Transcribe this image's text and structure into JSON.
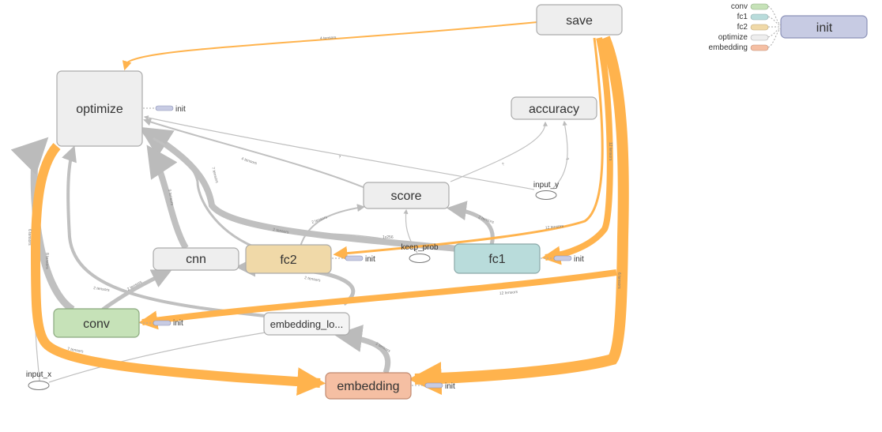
{
  "graph": {
    "nodes": {
      "save": "save",
      "init_top": "init",
      "optimize": "optimize",
      "accuracy": "accuracy",
      "score": "score",
      "cnn": "cnn",
      "fc2": "fc2",
      "fc1": "fc1",
      "conv": "conv",
      "embedding_lookup": "embedding_lo...",
      "embedding": "embedding"
    },
    "placeholders": {
      "input_y": "input_y",
      "keep_prob": "keep_prob",
      "input_x": "input_x"
    },
    "init_stubs": {
      "optimize": "init",
      "fc2": "init",
      "fc1": "init",
      "conv": "init",
      "embedding": "init"
    },
    "legend": [
      {
        "name": "conv",
        "color": "#c6e2b8"
      },
      {
        "name": "fc1",
        "color": "#b9dcdb"
      },
      {
        "name": "fc2",
        "color": "#f0d9a8"
      },
      {
        "name": "optimize",
        "color": "#eeeeee"
      },
      {
        "name": "embedding",
        "color": "#f5bfa3"
      }
    ],
    "edge_labels": {
      "save_optimize": "4 tensors",
      "save_fc1": "12 tensors",
      "save_fc1b": "12 tensors",
      "save_conv": "12 tensors",
      "save_embedding": "6 tensors",
      "conv_optimize": "6 tensors",
      "conv_optimize2": "8 tensors",
      "cnn_optimize": "9 tensors",
      "fc2_optimize": "7 tensors",
      "score_optimize": "4 tensors",
      "fc1_score": "2 tensors",
      "fc2_score": "2 tensors",
      "fc2_score2": "1x256",
      "inputy_accuracy": "?",
      "score_accuracy": "?",
      "embedding_embedding_lookup": "2 tensors",
      "conv_cnn": "2 tensors",
      "embedding_cnn": "2 tensors",
      "inputx_conv": "7 tensors"
    },
    "colors": {
      "orange": "#ffb34d",
      "grey_edge": "#c0c0c0",
      "node_default": "#eeeeee",
      "init": "#c7cbe3",
      "conv": "#c6e2b8",
      "fc1": "#b9dcdb",
      "fc2": "#f0d9a8",
      "embedding": "#f5bfa3"
    }
  }
}
